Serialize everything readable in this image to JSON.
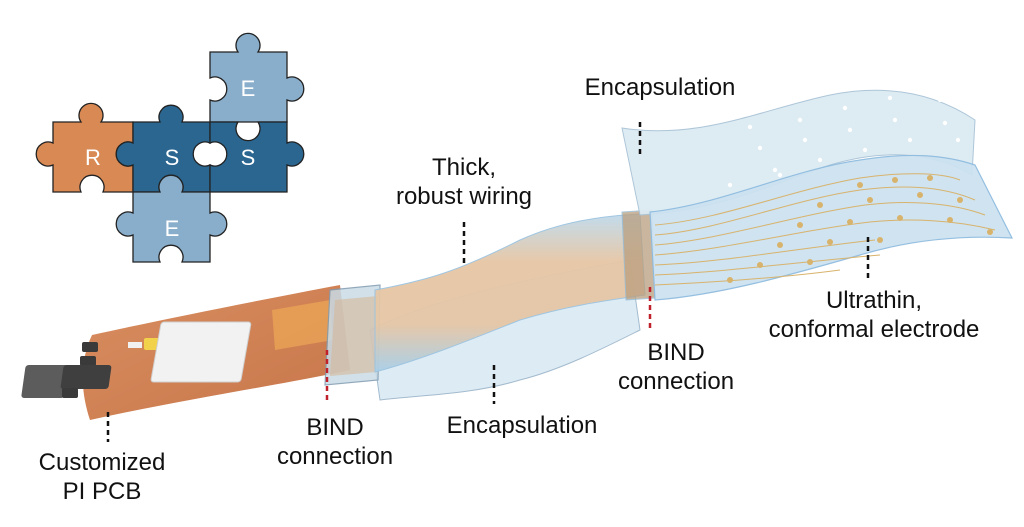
{
  "diagram": {
    "puzzle": {
      "pieces": [
        {
          "id": "r",
          "letter": "R",
          "color": "#D98A54"
        },
        {
          "id": "s1",
          "letter": "S",
          "color": "#2A6690"
        },
        {
          "id": "s2",
          "letter": "S",
          "color": "#2A6690"
        },
        {
          "id": "e_top",
          "letter": "E",
          "color": "#89AECB"
        },
        {
          "id": "e_bottom",
          "letter": "E",
          "color": "#89AECB"
        }
      ]
    },
    "labels": {
      "encapsulation_top": "Encapsulation",
      "thick_wiring_line1": "Thick,",
      "thick_wiring_line2": "robust wiring",
      "ultrathin_line1": "Ultrathin,",
      "ultrathin_line2": "conformal electrode",
      "bind_right_line1": "BIND",
      "bind_right_line2": "connection",
      "encapsulation_bottom": "Encapsulation",
      "bind_left_line1": "BIND",
      "bind_left_line2": "connection",
      "pcb_line1": "Customized",
      "pcb_line2": "PI PCB"
    },
    "colors": {
      "pcb": "#D4875A",
      "wiring": "#E8C29A",
      "film": "#CFE3F0",
      "film_edge": "#9CC4E0",
      "gold": "#D9B46A",
      "bind_marker": "#C0202A",
      "leader": "#111111"
    }
  }
}
